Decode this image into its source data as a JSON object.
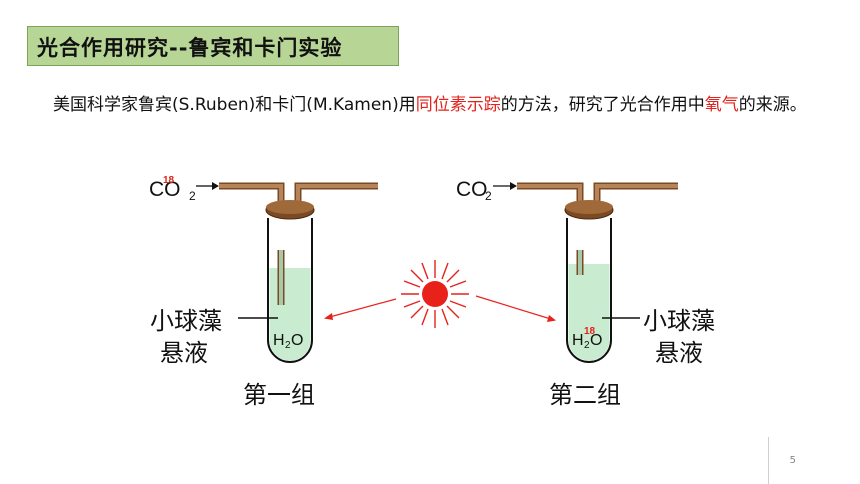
{
  "title": "光合作用研究--鲁宾和卡门实验",
  "paragraph": {
    "part1": "美国科学家鲁宾(S.Ruben)和卡门(M.Kamen)用",
    "highlight1": "同位素示踪",
    "part2": "的方法，研究了光合作用中",
    "highlight2": "氧气",
    "part3": "的来源。"
  },
  "figure": {
    "left_gas_base": "CO",
    "left_gas_isotope": "18",
    "left_gas_sub": "2",
    "right_gas_base": "CO",
    "right_gas_sub": "2",
    "left_water_h": "H",
    "left_water_sub": "2",
    "left_water_o": "O",
    "right_water_h": "H",
    "right_water_sub": "2",
    "right_water_o": "O",
    "right_water_isotope": "18",
    "left_label_line1": "小球藻",
    "left_label_line2": "悬液",
    "right_label_line1": "小球藻",
    "right_label_line2": "悬液",
    "group1": "第一组",
    "group2": "第二组"
  },
  "colors": {
    "title_bg": "#b7d696",
    "highlight": "#e3221b",
    "sun": "#e8221b",
    "liquid": "#c9ecd0",
    "tube": "#7b4a23"
  },
  "page_number": "5"
}
